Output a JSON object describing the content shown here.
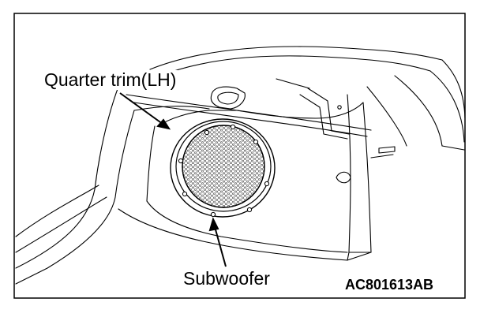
{
  "labels": {
    "quarter_trim": "Quarter trim(LH)",
    "subwoofer": "Subwoofer",
    "figure_code": "AC801613AB"
  },
  "colors": {
    "line": "#000000",
    "background": "#ffffff",
    "mesh": "#555555"
  }
}
